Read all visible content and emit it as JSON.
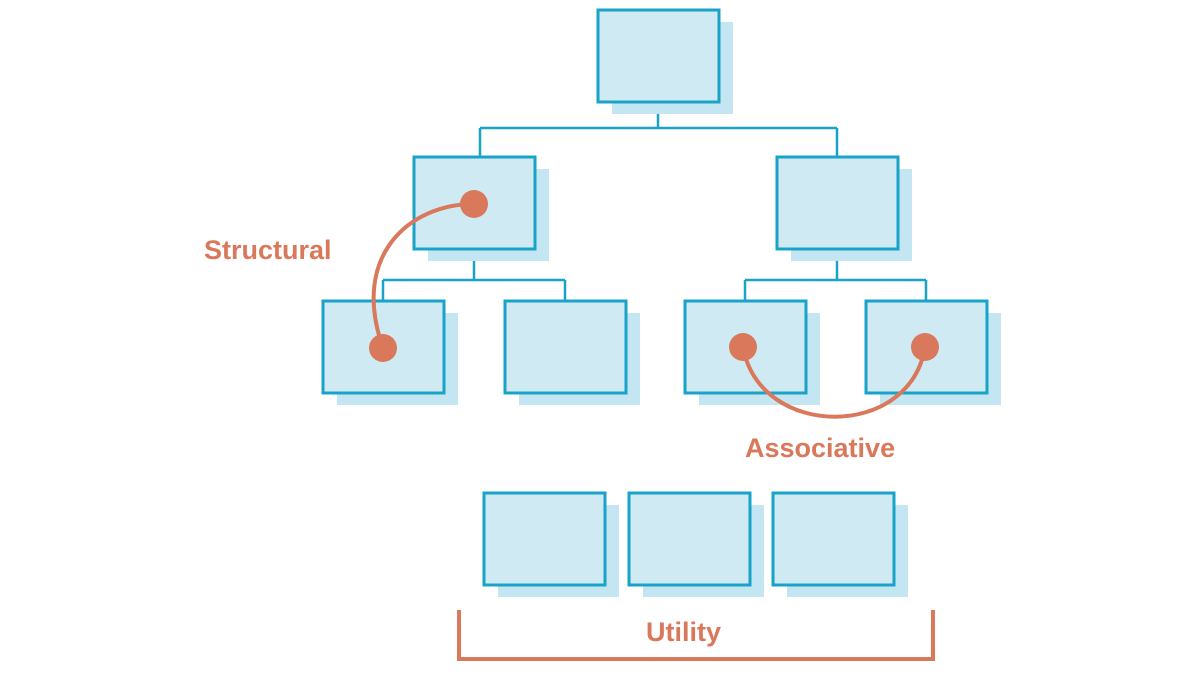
{
  "labels": {
    "structural": "Structural",
    "associative": "Associative",
    "utility": "Utility"
  },
  "colors": {
    "box_fill": "#cfeaf2",
    "box_stroke": "#1aa3c8",
    "box_shadow": "#c4e6f2",
    "link": "#d9785a",
    "background": "#ffffff"
  }
}
